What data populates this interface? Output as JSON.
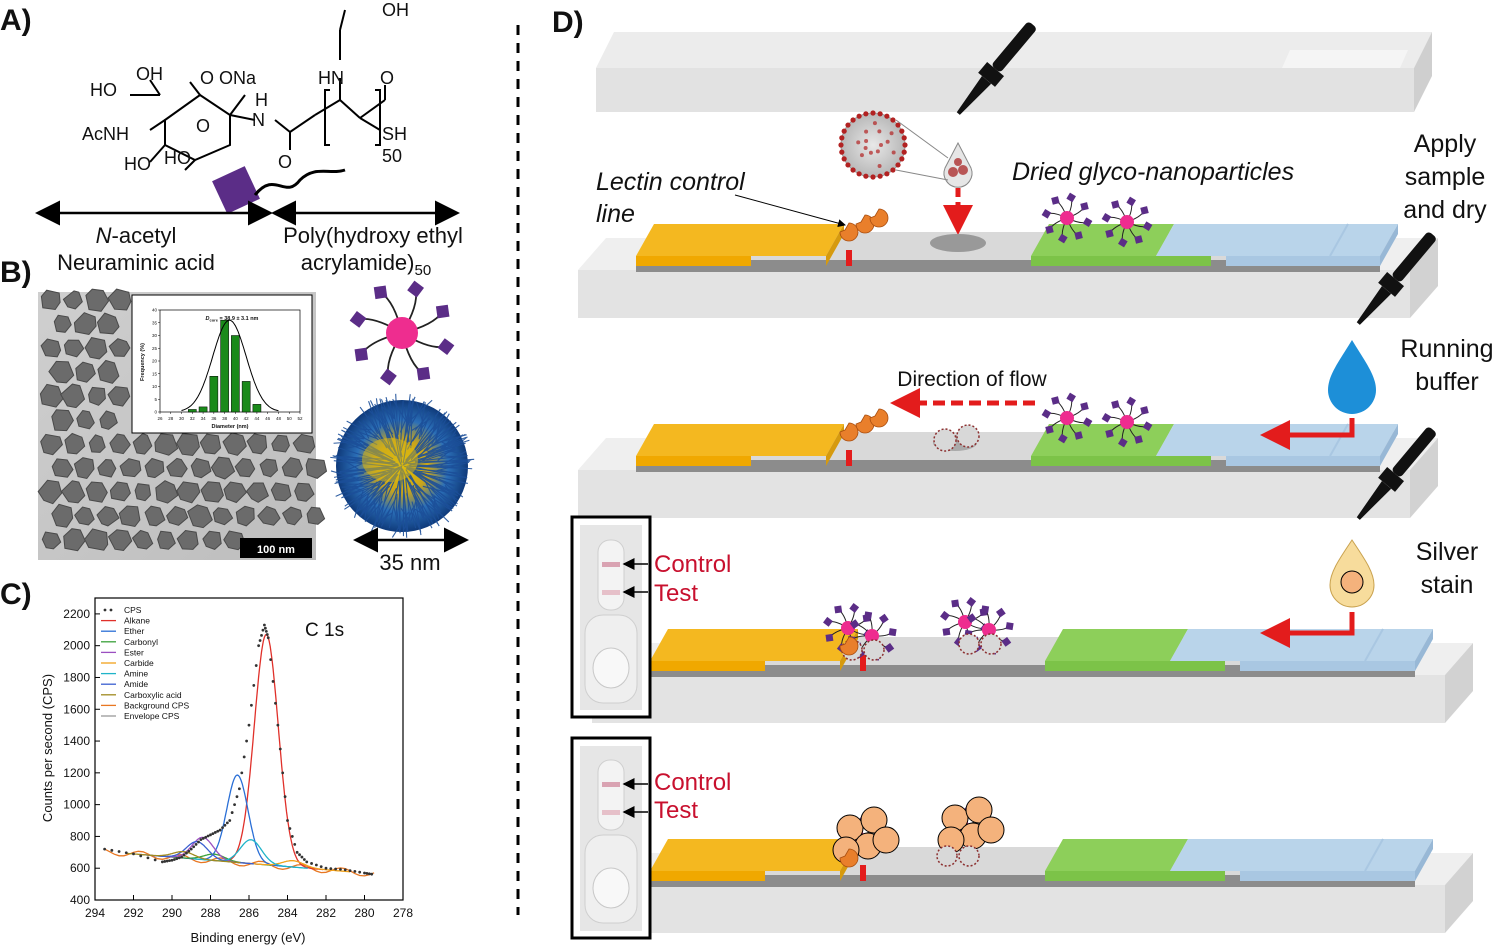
{
  "panels": {
    "A": {
      "label": "A)",
      "atoms": {
        "oh_top": "OH",
        "ho_left": "HO",
        "oh_mid": "OH",
        "coona": "O  ONa",
        "hn": "HN",
        "o_amide": "O",
        "o_ring": "O",
        "h_nh": "H",
        "n_nh": "N",
        "acnh": "AcNH",
        "ho_bottom1": "HO",
        "ho_bottom2": "HO",
        "o_bottom": "O",
        "sh": "SH",
        "n50": "50"
      },
      "left_label_1": "N",
      "left_label_1b": "-acetyl",
      "left_label_2": "Neuraminic acid",
      "right_label_1": "Poly(hydroxy ethyl",
      "right_label_2": "acrylamide)",
      "right_label_sub": "50"
    },
    "B": {
      "label": "B)",
      "scalebar": "100 nm",
      "size_label": "35 nm",
      "histogram": {
        "title": "D",
        "title_sub": "core",
        "title_rest": " = 38.9 ± 3.1 nm",
        "xlabel": "Diameter (nm)",
        "ylabel": "Frequency (%)",
        "xticks": [
          "26",
          "28",
          "30",
          "32",
          "34",
          "36",
          "38",
          "40",
          "42",
          "44",
          "46",
          "48",
          "50",
          "52"
        ],
        "yticks": [
          "0",
          "5",
          "10",
          "15",
          "20",
          "25",
          "30",
          "35",
          "40"
        ]
      }
    },
    "C": {
      "label": "C)",
      "annotation": "C 1s"
    },
    "D": {
      "label": "D)",
      "lectin_label_1": "Lectin control",
      "lectin_label_2": "line",
      "dried_label": "Dried glyco-nanoparticles",
      "apply_1": "Apply",
      "apply_2": "sample",
      "apply_3": "and dry",
      "running_1": "Running",
      "running_2": "buffer",
      "flow_label": "Direction of flow",
      "silver_1": "Silver",
      "silver_2": "stain",
      "control_1": "Control",
      "test_1": "Test",
      "control_2": "Control",
      "test_2": "Test"
    }
  },
  "chart_data": [
    {
      "type": "bar",
      "title": "Dcore = 38.9 ± 3.1 nm",
      "xlabel": "Diameter (nm)",
      "ylabel": "Frequency (%)",
      "categories": [
        "32",
        "34",
        "36",
        "38",
        "40",
        "42",
        "44",
        "46"
      ],
      "values": [
        1,
        2,
        14,
        36,
        30,
        12,
        3,
        0
      ],
      "ylim": [
        0,
        40
      ],
      "xlim": [
        26,
        52
      ],
      "fit": "gaussian"
    },
    {
      "type": "line",
      "title": "C 1s",
      "xlabel": "Binding energy (eV)",
      "ylabel": "Counts per second (CPS)",
      "xlim": [
        294,
        278
      ],
      "ylim": [
        400,
        2300
      ],
      "xticks": [
        294,
        292,
        290,
        288,
        286,
        284,
        282,
        280,
        278
      ],
      "yticks": [
        400,
        600,
        800,
        1000,
        1200,
        1400,
        1600,
        1800,
        2000,
        2200
      ],
      "legend": [
        "CPS",
        "Alkane",
        "Ether",
        "Carbonyl",
        "Ester",
        "Carbide",
        "Amine",
        "Amide",
        "Carboxylic acid",
        "Background CPS",
        "Envelope CPS"
      ],
      "legend_placement": "top-left",
      "series": [
        {
          "name": "CPS",
          "x": [
            293.5,
            292,
            290.5,
            290,
            289.5,
            289,
            288.5,
            288,
            287.5,
            287,
            286.5,
            286,
            285.5,
            285.2,
            285,
            284.5,
            284,
            283.5,
            283,
            282,
            281,
            280,
            279.5
          ],
          "y": [
            720,
            690,
            640,
            650,
            670,
            720,
            780,
            810,
            840,
            900,
            1100,
            1500,
            2000,
            2130,
            2050,
            1500,
            900,
            700,
            640,
            600,
            590,
            570,
            560
          ]
        },
        {
          "name": "Alkane",
          "peak": 285.1,
          "height": 2050,
          "base": 600
        },
        {
          "name": "Ether",
          "peak": 286.6,
          "height": 1150,
          "base": 600
        },
        {
          "name": "Carbonyl",
          "peak": 287.8,
          "height": 640,
          "base": 600
        },
        {
          "name": "Ester",
          "peak": 288.4,
          "height": 740,
          "base": 600
        },
        {
          "name": "Carbide",
          "peak": 283.7,
          "height": 640,
          "base": 600
        },
        {
          "name": "Amine",
          "peak": 285.9,
          "height": 750,
          "base": 600
        },
        {
          "name": "Amide",
          "peak": 288.7,
          "height": 710,
          "base": 600
        },
        {
          "name": "Carboxylic acid",
          "peak": 289.4,
          "height": 640,
          "base": 600
        }
      ],
      "legend_colors": {
        "CPS": "#555555",
        "Alkane": "#e0302a",
        "Ether": "#2a6fd6",
        "Carbonyl": "#3aa13a",
        "Ester": "#9b4fc0",
        "Carbide": "#f2a21b",
        "Amine": "#1fb4c9",
        "Amide": "#3a5fd0",
        "Carboxylic acid": "#a08b20",
        "Background CPS": "#e87722",
        "Envelope CPS": "#999999"
      }
    }
  ],
  "colors": {
    "gold": "#f4b820",
    "green": "#8dcf5a",
    "blue": "#b9d4ea",
    "red": "#e31c1c",
    "orange": "#e97f2b",
    "magenta": "#ee2d8f",
    "purple": "#5b2d87",
    "grey_strip": "#d8d8d8",
    "peach": "#f4b27c",
    "drop_blue": "#1d8fd8",
    "drop_yellow": "#f7dc9c"
  }
}
